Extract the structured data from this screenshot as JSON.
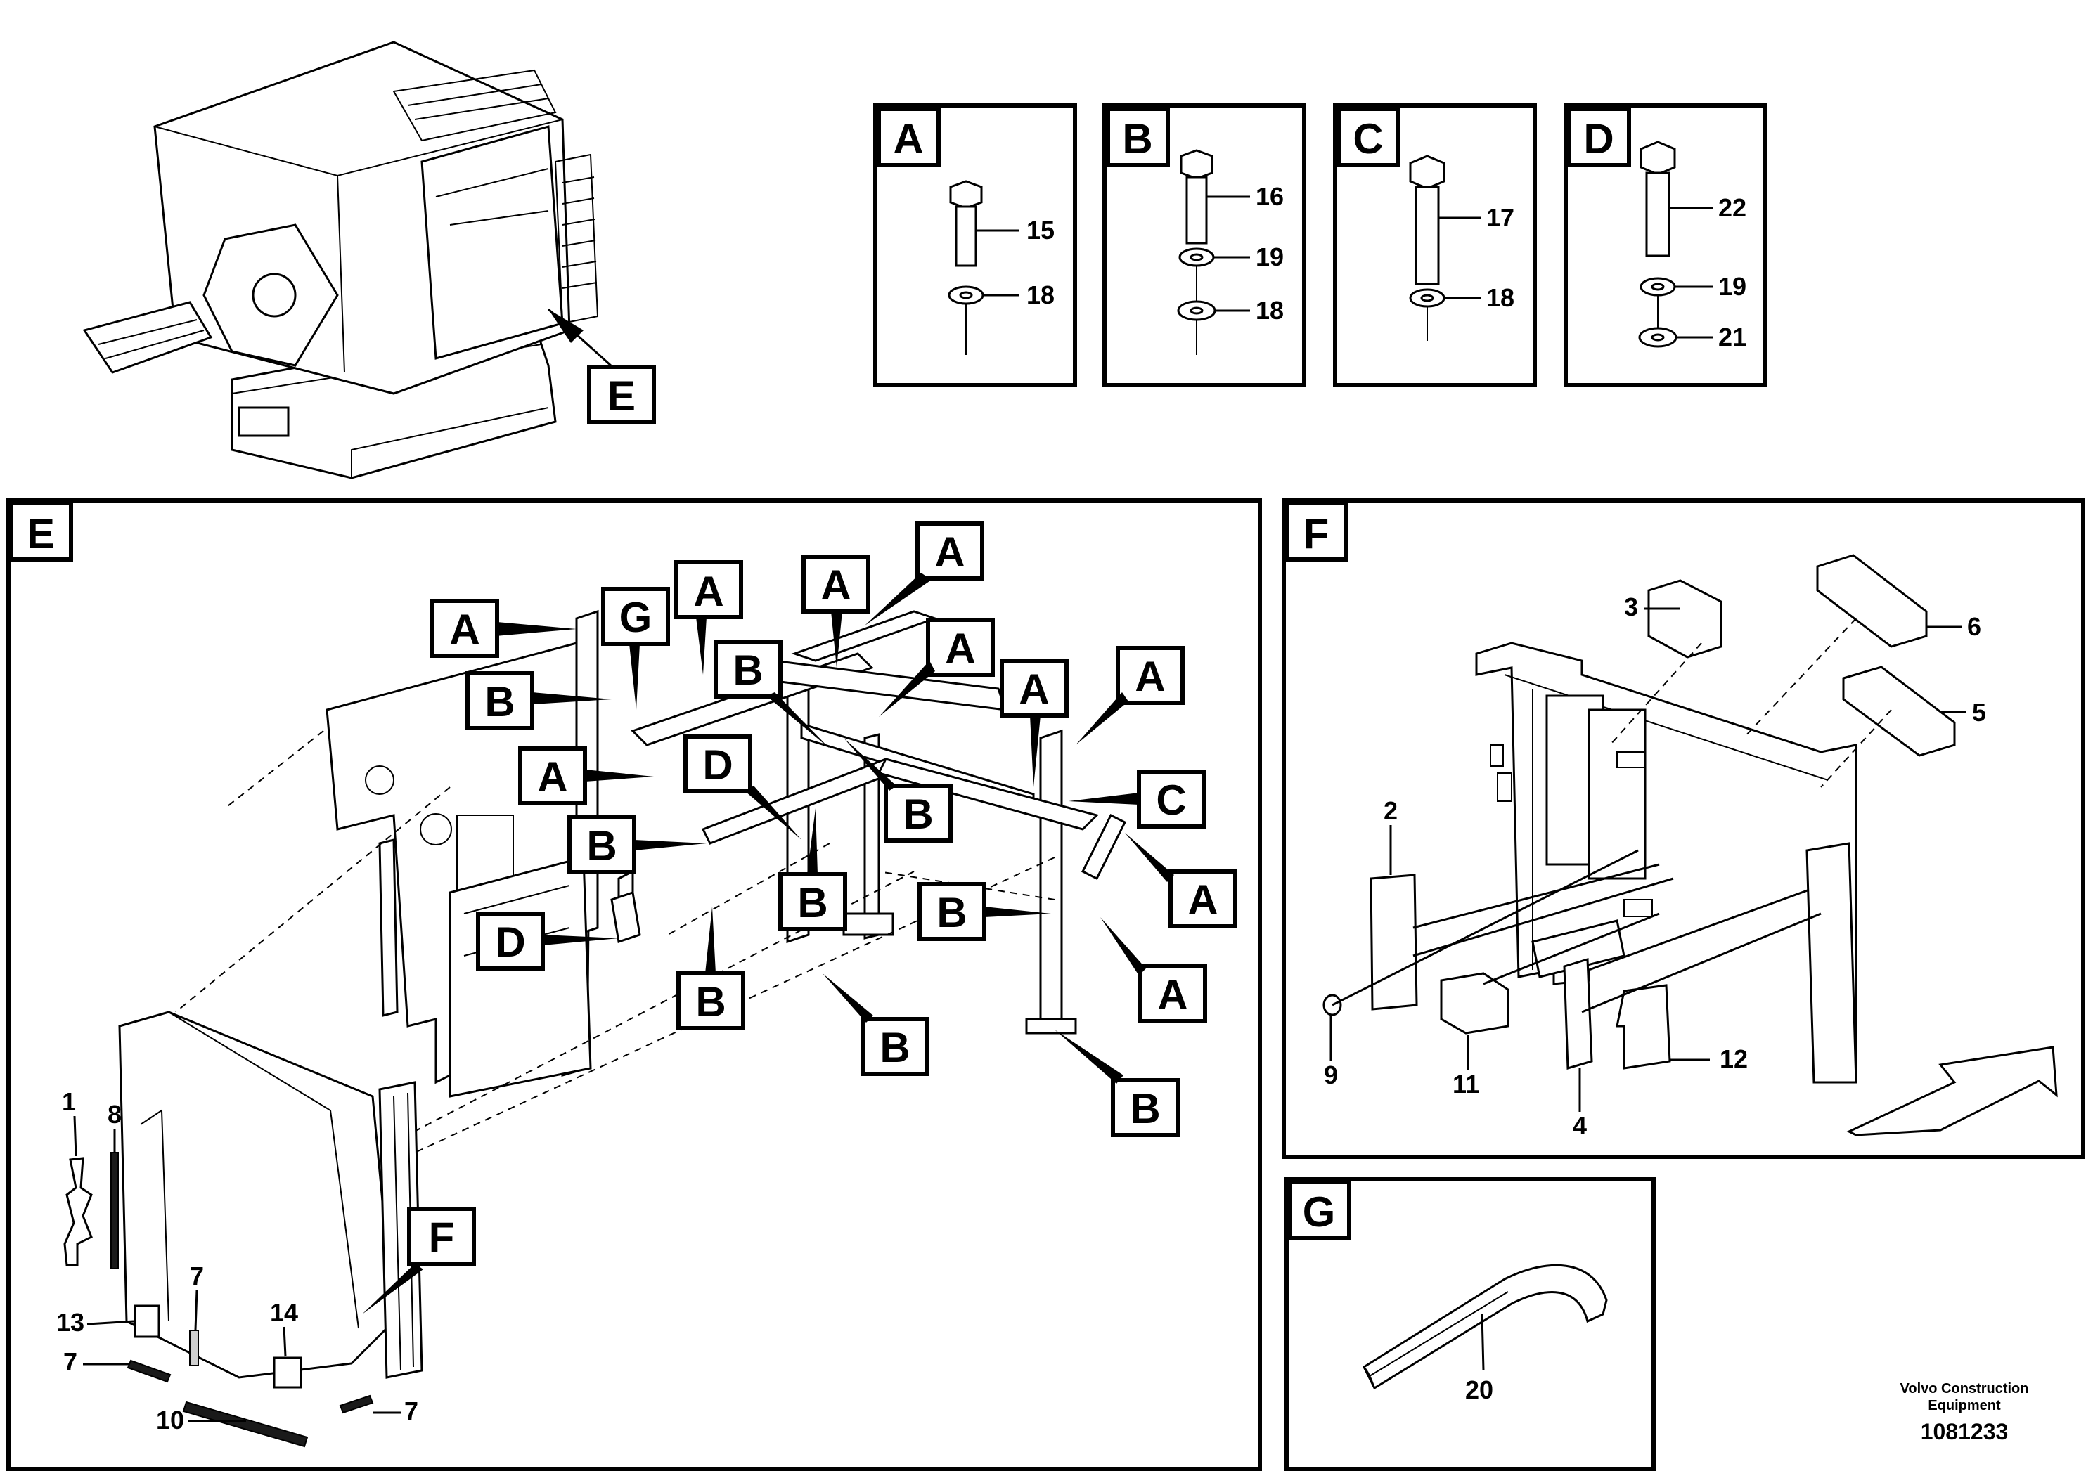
{
  "detail_boxes": [
    {
      "tag": "A",
      "parts": [
        "15",
        "18"
      ]
    },
    {
      "tag": "B",
      "parts": [
        "16",
        "19",
        "18"
      ]
    },
    {
      "tag": "C",
      "parts": [
        "17",
        "18"
      ]
    },
    {
      "tag": "D",
      "parts": [
        "22",
        "19",
        "21"
      ]
    }
  ],
  "overview": {
    "callout": "E"
  },
  "panel_e": {
    "title": "E",
    "tags": {
      "a": "A",
      "b": "B",
      "c": "C",
      "d": "D",
      "f": "F",
      "g": "G"
    },
    "parts": {
      "p1": "1",
      "p8": "8",
      "p7": "7",
      "p13": "13",
      "p14": "14",
      "p10": "10"
    }
  },
  "panel_f": {
    "title": "F",
    "parts": {
      "p3": "3",
      "p6": "6",
      "p5": "5",
      "p2": "2",
      "p9": "9",
      "p11": "11",
      "p4": "4",
      "p12": "12"
    }
  },
  "panel_g": {
    "title": "G",
    "parts": {
      "p20": "20"
    }
  },
  "footer": {
    "company_line1": "Volvo Construction",
    "company_line2": "Equipment",
    "drawing_number": "1081233"
  }
}
